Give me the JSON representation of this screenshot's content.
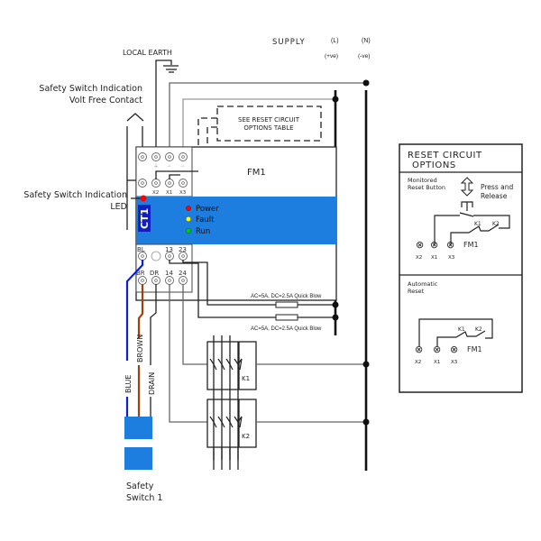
{
  "labels": {
    "local_earth": "LOCAL EARTH",
    "supply": "SUPPLY",
    "supply_l": "(L)",
    "supply_n": "(N)",
    "supply_l_pol": "(+ve)",
    "supply_n_pol": "(-ve)",
    "vfc_line1": "Safety Switch  Indication",
    "vfc_line2": "Volt Free Contact",
    "led_line1": "Safety Switch  Indication",
    "led_line2": "LED",
    "see_reset_line1": "SEE RESET CIRCUIT",
    "see_reset_line2": "OPTIONS TABLE",
    "fuse1": "AC=5A, DC=2.5A Quick Blow",
    "fuse2": "AC=5A, DC=2.5A Quick Blow",
    "switch_line1": "Safety",
    "switch_line2": "Switch 1"
  },
  "module": {
    "name": "FM1",
    "badge": "CT1",
    "indicators": [
      {
        "label": "Power",
        "color": "#ff0000"
      },
      {
        "label": "Fault",
        "color": "#ffff00"
      },
      {
        "label": "Run",
        "color": "#00cc00"
      }
    ],
    "top_terminals": [
      "X2",
      "X1",
      "X3"
    ],
    "bottom_top_row": [
      "BL",
      "",
      "13",
      "23"
    ],
    "bottom_bottom_row": [
      "BR",
      "DR",
      "14",
      "24"
    ],
    "panel_color": "#1e7ee0",
    "badge_color": "#1020c0"
  },
  "cables": {
    "blue": {
      "label": "BLUE",
      "color": "#0a20e0"
    },
    "brown": {
      "label": "BROWN",
      "color": "#a04010"
    },
    "drain": {
      "label": "DRAIN",
      "color": "#333333"
    }
  },
  "contactors": [
    {
      "label": "K1"
    },
    {
      "label": "K2"
    }
  ],
  "reset_table": {
    "title_line1": "RESET CIRCUIT",
    "title_line2": "OPTIONS",
    "monitored_line1": "Monitored",
    "monitored_line2": "Reset Button",
    "press_line1": "Press and",
    "press_line2": "Release",
    "automatic_line1": "Automatic",
    "automatic_line2": "Reset",
    "k1": "K1",
    "k2": "K2",
    "fm1": "FM1",
    "x2": "X2",
    "x1": "X1",
    "x3": "X3"
  },
  "colors": {
    "switch_blue": "#1e7ee0"
  }
}
